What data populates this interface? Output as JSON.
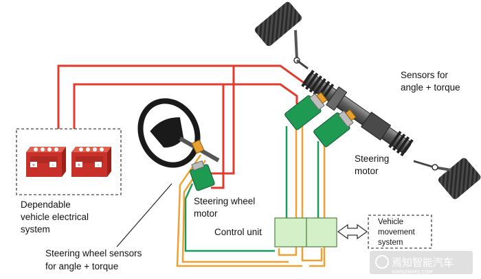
{
  "labels": {
    "sensors_top_line1": "Sensors for",
    "sensors_top_line2": "angle + torque",
    "steering_motor_line1": "Steering",
    "steering_motor_line2": "motor",
    "steering_wheel_motor_line1": "Steering wheel",
    "steering_wheel_motor_line2": "motor",
    "dependable_line1": "Dependable",
    "dependable_line2": "vehicle electrical",
    "dependable_line3": "system",
    "control_unit": "Control unit",
    "vehicle_movement_line1": "Vehicle",
    "vehicle_movement_line2": "movement",
    "vehicle_movement_line3": "system",
    "sw_sensors_line1": "Steering wheel sensors",
    "sw_sensors_line2": "for angle + torque"
  },
  "watermark": {
    "text": "焉知智能汽车",
    "subtext": "NIMSONIMS.COM"
  },
  "battery_terminals": [
    "+",
    "-"
  ],
  "colors": {
    "power_wire": "#e23a2c",
    "signal_wire_orange": "#f0a030",
    "signal_wire_green": "#1a9a5a",
    "motor_green": "#1f9a52",
    "battery_red": "#c8302a",
    "control_unit_fill": "#d4f0c8",
    "sensor_orange": "#e8a030",
    "tire_black": "#2a2a2a"
  }
}
